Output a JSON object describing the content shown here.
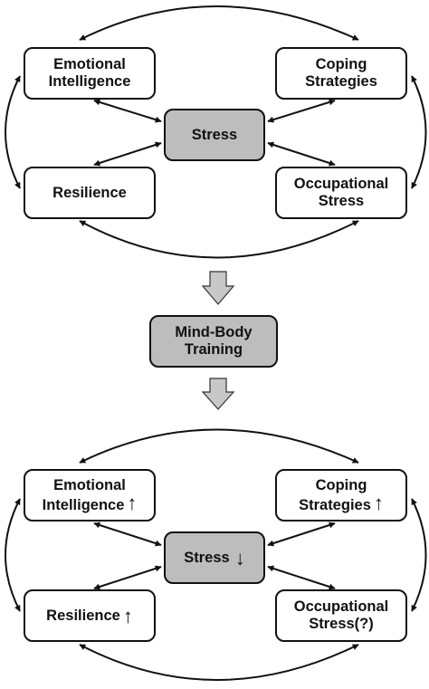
{
  "top_panel": {
    "emotional_intelligence": [
      "Emotional",
      "Intelligence"
    ],
    "coping_strategies": [
      "Coping",
      "Strategies"
    ],
    "stress": "Stress",
    "resilience": "Resilience",
    "occupational_stress": [
      "Occupational",
      "Stress"
    ]
  },
  "middle": {
    "training": [
      "Mind-Body",
      "Training"
    ]
  },
  "bottom_panel": {
    "emotional_intelligence": [
      "Emotional",
      "Intelligence"
    ],
    "coping_strategies": [
      "Coping",
      "Strategies"
    ],
    "stress": "Stress",
    "resilience": "Resilience",
    "occupational_stress": [
      "Occupational",
      "Stress(?)"
    ],
    "increase_symbol": "↑",
    "decrease_symbol": "↓"
  },
  "colors": {
    "box_fill": "#ffffff",
    "center_fill": "#bdbdbd",
    "line": "#111111",
    "flow_arrow": "#c8c8c8"
  }
}
